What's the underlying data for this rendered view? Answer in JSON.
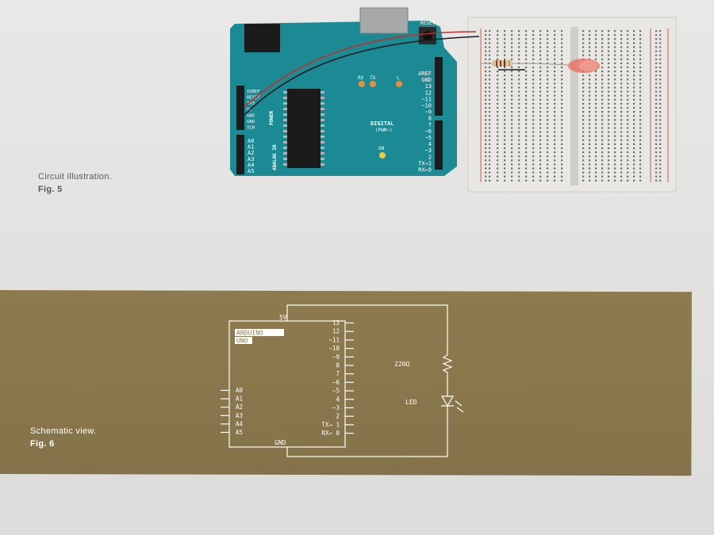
{
  "figure5": {
    "caption": "Circuit illustration.",
    "fig_label": "Fig. 5"
  },
  "figure6": {
    "caption": "Schematic view.",
    "fig_label": "Fig. 6"
  },
  "board": {
    "reset_label": "RESET",
    "power_label": "POWER",
    "analog_label": "ANALOG IN",
    "digital_label": "DIGITAL",
    "pwm_label": "(PWM~)",
    "on_label": "ON",
    "led_labels": [
      "RX",
      "TX",
      "L"
    ],
    "power_pins": [
      "IOREF",
      "RESET",
      "3V3",
      "5V",
      "GND",
      "GND",
      "VIN"
    ],
    "analog_pins": [
      "A0",
      "A1",
      "A2",
      "A3",
      "A4",
      "A5"
    ],
    "digital_pins": [
      "AREF",
      "GND",
      "13",
      "12",
      "~11",
      "~10",
      "~9",
      "8",
      "7",
      "~6",
      "~5",
      "4",
      "~3",
      "2",
      "TX→1",
      "RX←0"
    ]
  },
  "schematic": {
    "five_v": "5V",
    "gnd": "GND",
    "name_line1": "ARDUINO",
    "name_line2": "UNO",
    "resistor": "220Ω",
    "led": "LED",
    "right_pins": [
      "13",
      "12",
      "~11",
      "~10",
      "~9",
      "8",
      "7",
      "~6",
      "~5",
      "4",
      "~3",
      "2",
      "TX→ 1",
      "RX← 0"
    ],
    "left_pins": [
      "A0",
      "A1",
      "A2",
      "A3",
      "A4",
      "A5"
    ]
  },
  "colors": {
    "board": "#1c8a94",
    "gold": "#8a774c",
    "breadboard": "#e6e5e2",
    "wire_red": "#c0302a",
    "wire_black": "#1b1b1b",
    "led_red": "#e87468"
  }
}
